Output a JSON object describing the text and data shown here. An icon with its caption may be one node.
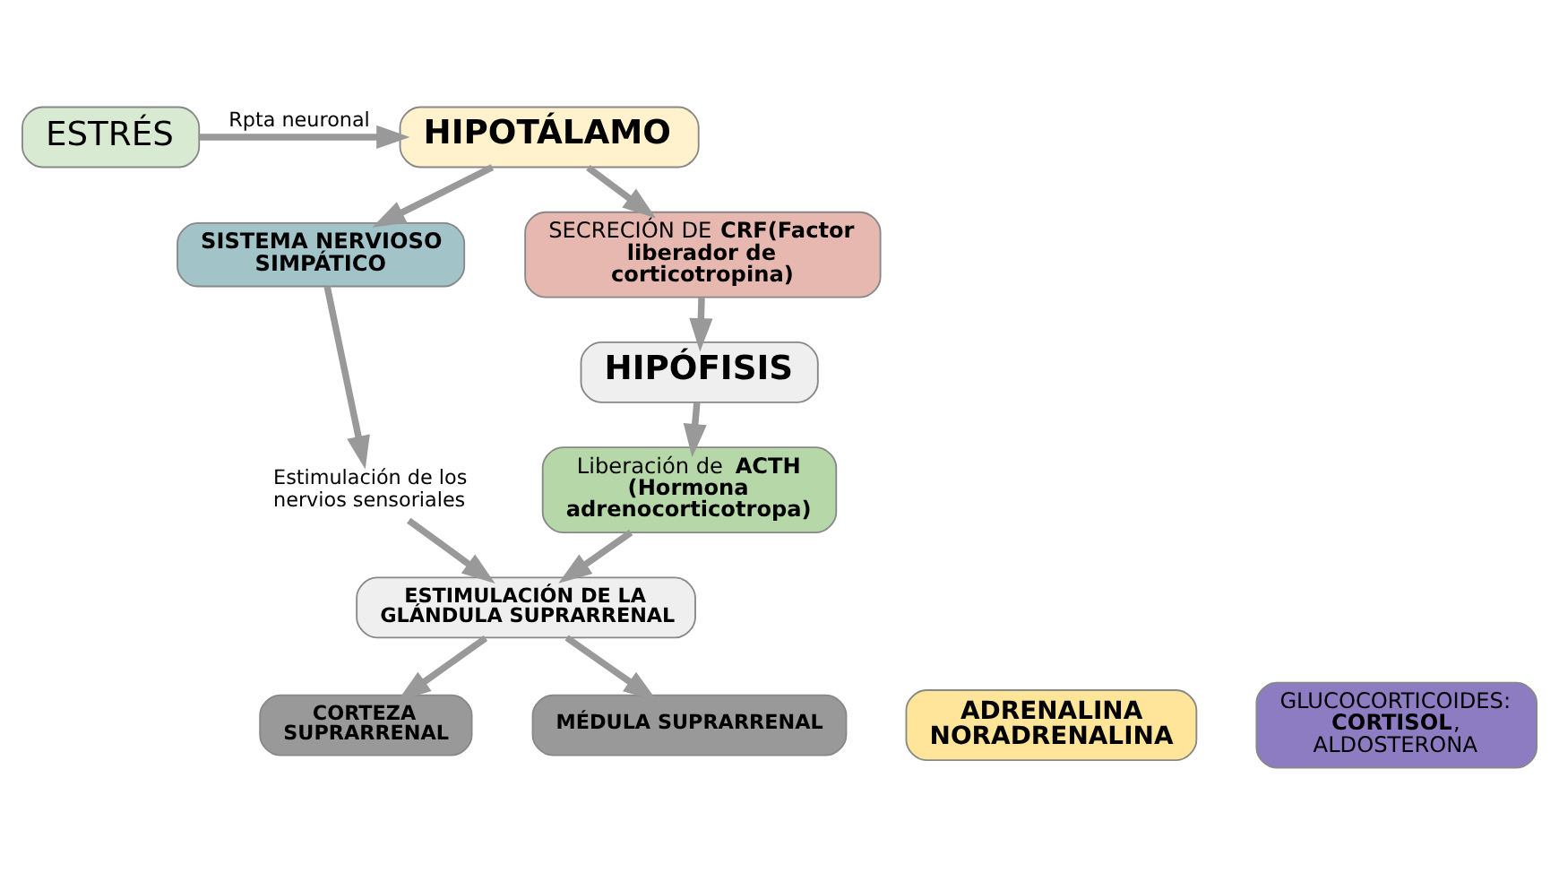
{
  "diagram": {
    "nodes": [
      {
        "text": [
          "ESTRÉS"
        ]
      },
      {
        "text": [
          "HIPOTÁLAMO"
        ]
      },
      {
        "text": [
          "SISTEMA NERVIOSO SIMPÁTICO"
        ]
      },
      {
        "text": [
          "SECRECIÓN DE **CRF(Factor liberador de corticotropina)**"
        ]
      },
      {
        "text": [
          "HIPÓFISIS"
        ]
      },
      {
        "text": [
          "Estimulación de los nervios sensoriales"
        ]
      },
      {
        "text": [
          "Liberación de **ACTH (Hormona adrenocorticotropa)**"
        ]
      },
      {
        "text": [
          "ESTIMULACIÓN DE LA GLÁNDULA SUPRARRENAL"
        ]
      },
      {
        "text": [
          "ADRENALINA NORADRENALINA"
        ]
      },
      {
        "text": [
          "CORTEZA SUPRARRENAL"
        ]
      },
      {
        "text": [
          "MÉDULA SUPRARRENAL"
        ]
      },
      {
        "text": [
          "GLUCOCORTICOIDES: **CORTISOL**, ALDOSTERONA"
        ]
      }
    ],
    "edges": [
      {
        "from": 0,
        "to": 1,
        "arrow": "to",
        "label": "Rpta neuronal"
      },
      {
        "from": 1,
        "to": 2,
        "arrow": "to"
      },
      {
        "from": 1,
        "to": 3,
        "arrow": "to"
      },
      {
        "from": 3,
        "to": 4,
        "arrow": "to"
      },
      {
        "from": 2,
        "to": 5,
        "arrow": "to"
      },
      {
        "from": 4,
        "to": 6,
        "arrow": "to"
      },
      {
        "from": 5,
        "to": 7,
        "arrow": "to"
      },
      {
        "from": 6,
        "to": 7,
        "arrow": "to"
      },
      {
        "from": 7,
        "to": 9,
        "arrow": "to"
      },
      {
        "from": 7,
        "to": 10,
        "arrow": "to"
      }
    ]
  }
}
